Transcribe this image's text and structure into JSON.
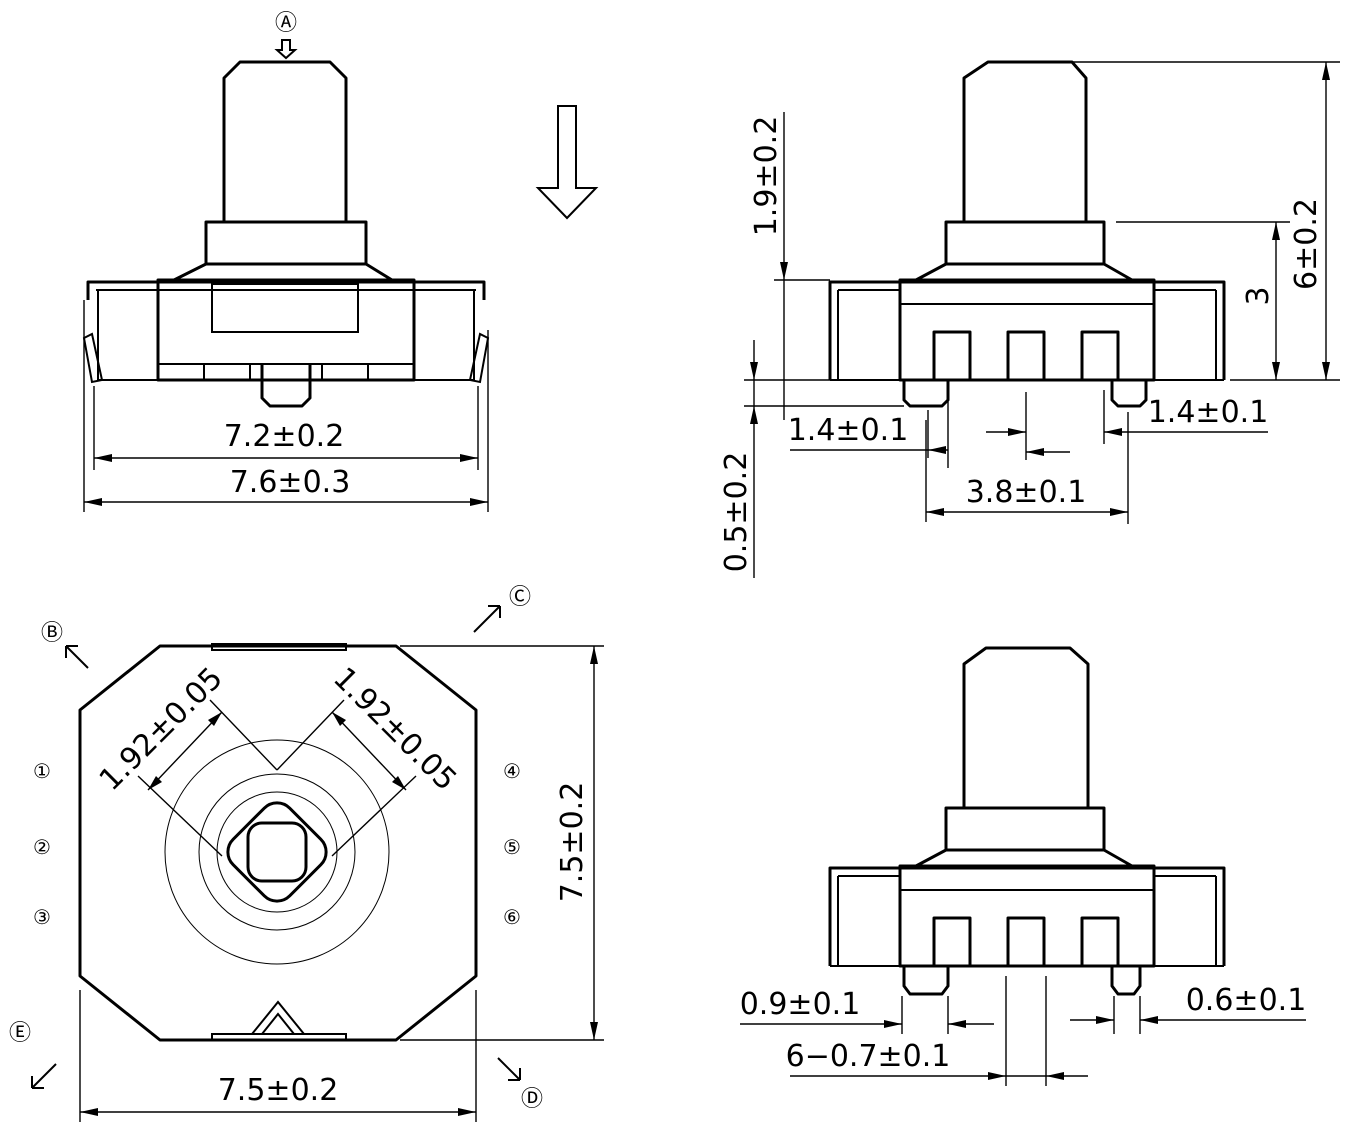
{
  "view_markers": {
    "a": "Ⓐ",
    "b": "Ⓑ",
    "c": "Ⓒ",
    "d": "Ⓓ",
    "e": "Ⓔ"
  },
  "pin_labels": [
    "①",
    "②",
    "③",
    "④",
    "⑤",
    "⑥"
  ],
  "front_view": {
    "inner_width": "7.2±0.2",
    "outer_width": "7.6±0.3"
  },
  "side_view": {
    "stem_height": "1.9±0.2",
    "total_height": "6±0.2",
    "body_height": "3",
    "left_pad": "1.4±0.1",
    "right_pad": "1.4±0.1",
    "pitch": "3.8±0.1",
    "standoff": "0.5±0.2"
  },
  "top_view": {
    "diag_left": "1.92±0.05",
    "diag_right": "1.92±0.05",
    "height": "7.5±0.2",
    "width": "7.5±0.2"
  },
  "bottom_view": {
    "pad_left": "0.9±0.1",
    "pad_right": "0.6±0.1",
    "pin_width": "6−0.7±0.1"
  }
}
